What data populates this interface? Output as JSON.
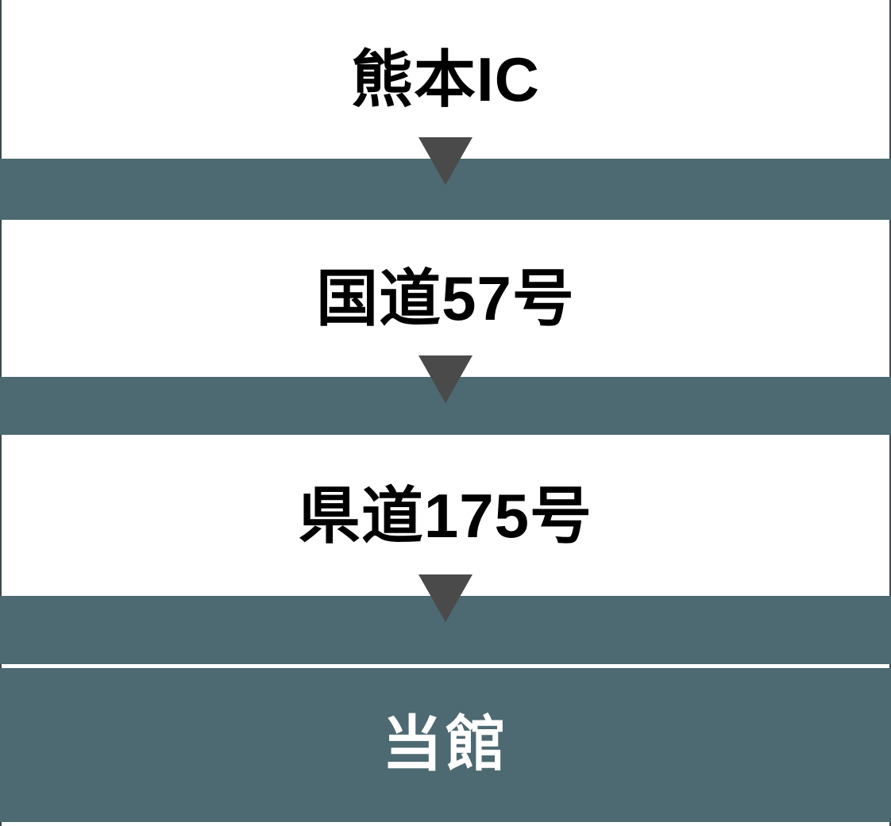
{
  "flow": {
    "steps": [
      {
        "label": "熊本IC"
      },
      {
        "label": "国道57号"
      },
      {
        "label": "県道175号"
      },
      {
        "label": "当館"
      }
    ]
  },
  "icons": {
    "down_arrow": "▼ (css triangle)"
  },
  "colors": {
    "band": "#4d6971",
    "arrow": "#4a4a4a",
    "text": "#000000",
    "destination_text": "#ffffff",
    "edge_line": "#3e4a50"
  }
}
